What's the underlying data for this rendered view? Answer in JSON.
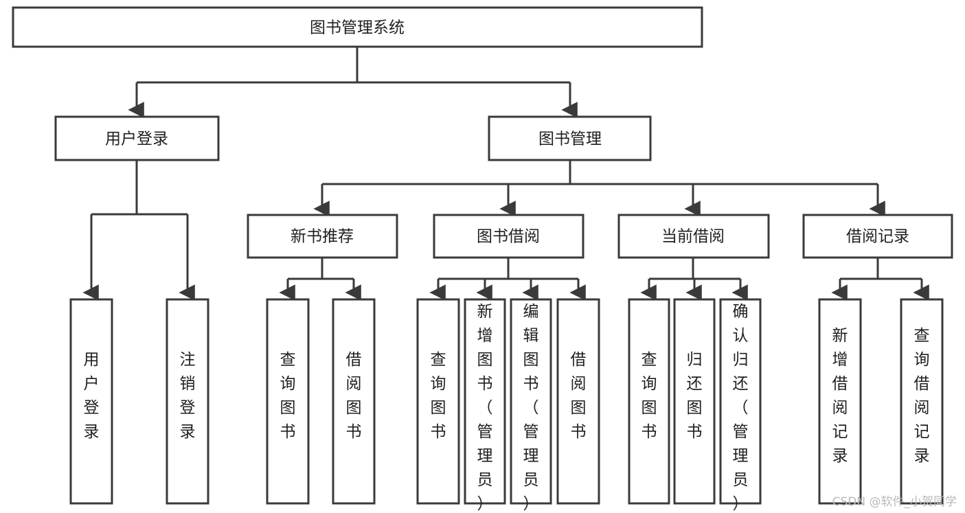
{
  "diagram": {
    "title_node": {
      "label": "图书管理系统"
    },
    "level2": [
      {
        "id": "user-login",
        "label": "用户登录"
      },
      {
        "id": "book-manage",
        "label": "图书管理"
      }
    ],
    "level3": [
      {
        "id": "new-book-recommend",
        "label": "新书推荐"
      },
      {
        "id": "book-borrow",
        "label": "图书借阅"
      },
      {
        "id": "current-borrow",
        "label": "当前借阅"
      },
      {
        "id": "borrow-record",
        "label": "借阅记录"
      }
    ],
    "leaves": [
      {
        "id": "leaf-user-login",
        "label": "用户登录",
        "parent": "user-login"
      },
      {
        "id": "leaf-logout-login",
        "label": "注销登录",
        "parent": "user-login"
      },
      {
        "id": "leaf-query-book-1",
        "label": "查询图书",
        "parent": "new-book-recommend"
      },
      {
        "id": "leaf-borrow-book-1",
        "label": "借阅图书",
        "parent": "new-book-recommend"
      },
      {
        "id": "leaf-query-book-2",
        "label": "查询图书",
        "parent": "book-borrow"
      },
      {
        "id": "leaf-add-book",
        "label": "新增图书（管理员）",
        "parent": "book-borrow"
      },
      {
        "id": "leaf-edit-book",
        "label": "编辑图书（管理员）",
        "parent": "book-borrow"
      },
      {
        "id": "leaf-borrow-book-2",
        "label": "借阅图书",
        "parent": "book-borrow"
      },
      {
        "id": "leaf-query-book-3",
        "label": "查询图书",
        "parent": "current-borrow"
      },
      {
        "id": "leaf-return-book",
        "label": "归还图书",
        "parent": "current-borrow"
      },
      {
        "id": "leaf-confirm-return",
        "label": "确认归还（管理员）",
        "parent": "current-borrow"
      },
      {
        "id": "leaf-add-record",
        "label": "新增借阅记录",
        "parent": "borrow-record"
      },
      {
        "id": "leaf-query-record",
        "label": "查询借阅记录",
        "parent": "borrow-record"
      }
    ],
    "colors": {
      "stroke": "#3a3a3a",
      "fill": "#ffffff",
      "text": "#1f1f1f",
      "watermark": "#b9b9b9"
    }
  },
  "watermark": {
    "text": "CSDN @软件_小贺同学"
  }
}
